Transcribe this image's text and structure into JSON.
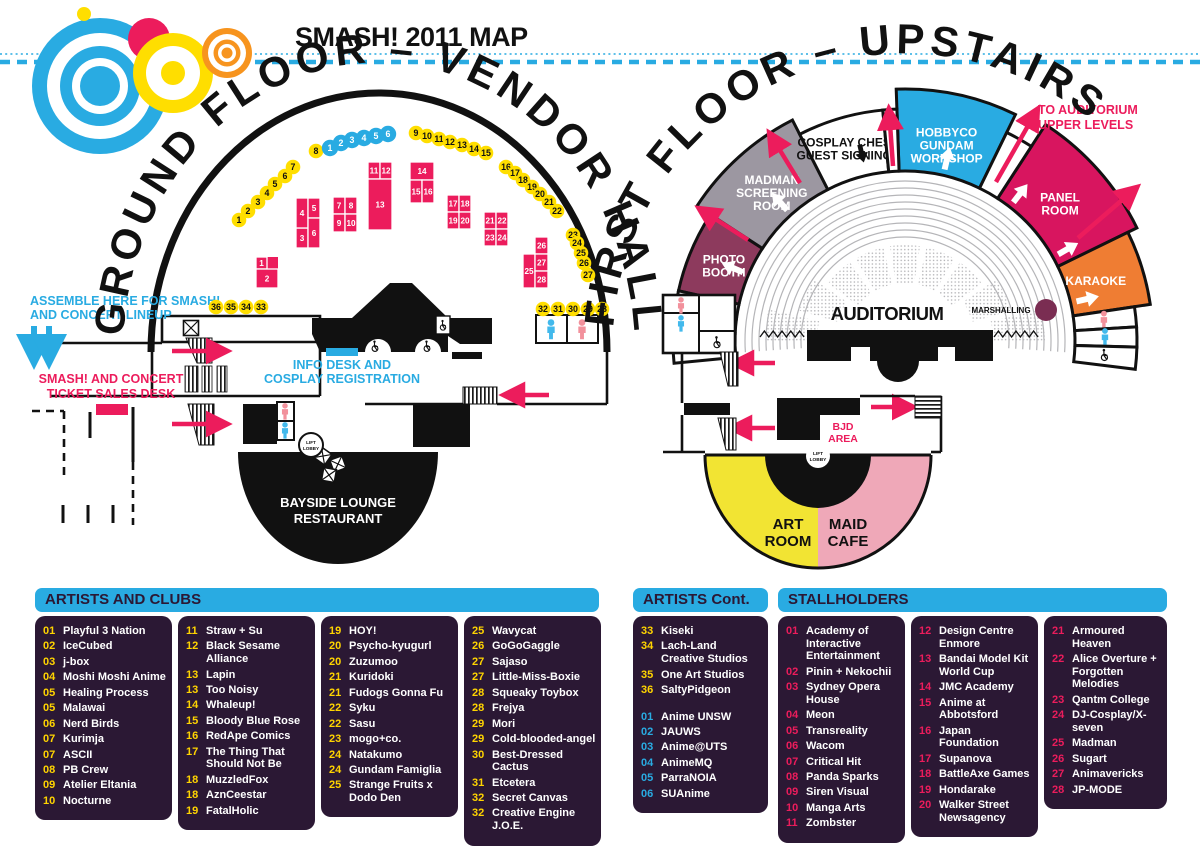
{
  "header": {
    "title": "SMASH! 2011 MAP"
  },
  "colors": {
    "cyan": "#29ABE2",
    "pink": "#EC1C5C",
    "yellow": "#FFDE00",
    "legend_yellow": "#FFD400",
    "purple_bg": "#2B1834",
    "orange": "#EF7D33",
    "crimson": "#D8155F",
    "plum": "#8D3A5D",
    "dark_plum": "#7A2D52",
    "gray": "#9C97A1",
    "maid_pink": "#EFA8B8",
    "art_yellow": "#F2E433",
    "logo_orange": "#F7941E",
    "black": "#111111",
    "toilet_pink": "#F2919C",
    "toilet_blue": "#42B9EC",
    "seat_gray": "#B5B5B8"
  },
  "ground_floor": {
    "title": "GROUND FLOOR – VENDOR HALL",
    "assemble_label": [
      "ASSEMBLE HERE FOR SMASH!",
      "AND CONCERT LINEUP"
    ],
    "ticket_desk_label": [
      "SMASH! AND CONCERT",
      "TICKET SALES DESK"
    ],
    "info_desk_label": [
      "INFO DESK AND",
      "COSPLAY REGISTRATION"
    ],
    "bayside_label": [
      "BAYSIDE LOUNGE",
      "RESTAURANT"
    ],
    "lift_lobby_label": [
      "LIFT",
      "LOBBY"
    ],
    "artist_arc_numbers": [
      "1",
      "2",
      "3",
      "4",
      "5",
      "6",
      "7",
      "8",
      "9",
      "10",
      "11",
      "12",
      "13",
      "14",
      "15",
      "16",
      "17",
      "18",
      "19",
      "20",
      "21",
      "22",
      "23",
      "24",
      "25",
      "26",
      "27"
    ],
    "club_arc_numbers": [
      "1",
      "2",
      "3",
      "4",
      "5",
      "6"
    ],
    "bottom_left_numbers": [
      "36",
      "35",
      "34",
      "33"
    ],
    "bottom_right_numbers": [
      "32",
      "31",
      "30",
      "29",
      "28"
    ],
    "booth_numbers": [
      "1",
      "2",
      "3",
      "4",
      "5",
      "6",
      "7",
      "8",
      "9",
      "10",
      "11",
      "12",
      "13",
      "14",
      "15",
      "16",
      "17",
      "18",
      "19",
      "20",
      "21",
      "22",
      "23",
      "24",
      "25",
      "26",
      "27",
      "28"
    ]
  },
  "first_floor": {
    "title": "FIRST FLOOR – UPSTAIRS",
    "rooms": [
      {
        "label": [
          "PHOTO",
          "BOOTH"
        ],
        "color": "#8D3A5D"
      },
      {
        "label": [
          "MADMAN",
          "SCREENING",
          "ROOM"
        ],
        "color": "#9C97A1"
      },
      {
        "label": [
          "COSPLAY CHESS",
          "GUEST SIGNINGS"
        ],
        "color": "#FFFFFF"
      },
      {
        "label": [
          "HOBBYCO",
          "GUNDAM",
          "WORKSHOP"
        ],
        "color": "#29ABE2"
      },
      {
        "label": [
          "PANEL",
          "ROOM"
        ],
        "color": "#D8155F"
      },
      {
        "label": [
          "KARAOKE"
        ],
        "color": "#EF7D33"
      }
    ],
    "upper_levels_label": [
      "TO AUDITORIUM",
      "UPPER LEVELS"
    ],
    "auditorium_label": "AUDITORIUM",
    "marshalling_label": "MARSHALLING",
    "bjd_label": [
      "BJD",
      "AREA"
    ],
    "art_room_label": [
      "ART",
      "ROOM"
    ],
    "maid_cafe_label": [
      "MAID",
      "CAFE"
    ],
    "lift_lobby_label": [
      "LIFT",
      "LOBBY"
    ]
  },
  "legend": {
    "artists_clubs": {
      "title": "ARTISTS AND CLUBS",
      "columns": [
        [
          {
            "n": "01",
            "name": "Playful 3 Nation",
            "kind": "artist"
          },
          {
            "n": "02",
            "name": "IceCubed",
            "kind": "artist"
          },
          {
            "n": "03",
            "name": "j-box",
            "kind": "artist"
          },
          {
            "n": "04",
            "name": "Moshi Moshi Anime",
            "kind": "artist"
          },
          {
            "n": "05",
            "name": "Healing Process",
            "kind": "artist"
          },
          {
            "n": "05",
            "name": "Malawai",
            "kind": "artist"
          },
          {
            "n": "06",
            "name": "Nerd Birds",
            "kind": "artist"
          },
          {
            "n": "07",
            "name": "Kurimja",
            "kind": "artist"
          },
          {
            "n": "07",
            "name": "ASCII",
            "kind": "artist"
          },
          {
            "n": "08",
            "name": "PB Crew",
            "kind": "artist"
          },
          {
            "n": "09",
            "name": "Atelier Eltania",
            "kind": "artist"
          },
          {
            "n": "10",
            "name": "Nocturne",
            "kind": "artist"
          }
        ],
        [
          {
            "n": "11",
            "name": "Straw + Su",
            "kind": "artist"
          },
          {
            "n": "12",
            "name": "Black Sesame Alliance",
            "kind": "artist"
          },
          {
            "n": "13",
            "name": "Lapin",
            "kind": "artist"
          },
          {
            "n": "13",
            "name": "Too Noisy",
            "kind": "artist"
          },
          {
            "n": "14",
            "name": "Whaleup!",
            "kind": "artist"
          },
          {
            "n": "15",
            "name": "Bloody Blue Rose",
            "kind": "artist"
          },
          {
            "n": "16",
            "name": "RedApe Comics",
            "kind": "artist"
          },
          {
            "n": "17",
            "name": "The Thing That Should Not Be",
            "kind": "artist"
          },
          {
            "n": "18",
            "name": "MuzzledFox",
            "kind": "artist"
          },
          {
            "n": "18",
            "name": "AznCeestar",
            "kind": "artist"
          },
          {
            "n": "19",
            "name": "FatalHolic",
            "kind": "artist"
          }
        ],
        [
          {
            "n": "19",
            "name": "HOY!",
            "kind": "artist"
          },
          {
            "n": "20",
            "name": "Psycho-kyugurl",
            "kind": "artist"
          },
          {
            "n": "20",
            "name": "Zuzumoo",
            "kind": "artist"
          },
          {
            "n": "21",
            "name": "Kuridoki",
            "kind": "artist"
          },
          {
            "n": "21",
            "name": "Fudogs Gonna Fu",
            "kind": "artist"
          },
          {
            "n": "22",
            "name": "Syku",
            "kind": "artist"
          },
          {
            "n": "22",
            "name": "Sasu",
            "kind": "artist"
          },
          {
            "n": "23",
            "name": "mogo+co.",
            "kind": "artist"
          },
          {
            "n": "24",
            "name": "Natakumo",
            "kind": "artist"
          },
          {
            "n": "24",
            "name": "Gundam Famiglia",
            "kind": "artist"
          },
          {
            "n": "25",
            "name": "Strange Fruits x Dodo Den",
            "kind": "artist"
          }
        ],
        [
          {
            "n": "25",
            "name": "Wavycat",
            "kind": "artist"
          },
          {
            "n": "26",
            "name": "GoGoGaggle",
            "kind": "artist"
          },
          {
            "n": "27",
            "name": "Sajaso",
            "kind": "artist"
          },
          {
            "n": "27",
            "name": "Little-Miss-Boxie",
            "kind": "artist"
          },
          {
            "n": "28",
            "name": "Squeaky Toybox",
            "kind": "artist"
          },
          {
            "n": "28",
            "name": "Frejya",
            "kind": "artist"
          },
          {
            "n": "29",
            "name": "Mori",
            "kind": "artist"
          },
          {
            "n": "29",
            "name": "Cold-blooded-angel",
            "kind": "artist"
          },
          {
            "n": "30",
            "name": "Best-Dressed Cactus",
            "kind": "artist"
          },
          {
            "n": "31",
            "name": "Etcetera",
            "kind": "artist"
          },
          {
            "n": "32",
            "name": "Secret Canvas",
            "kind": "artist"
          },
          {
            "n": "32",
            "name": "Creative Engine J.O.E.",
            "kind": "artist"
          }
        ]
      ]
    },
    "artists_cont": {
      "title": "ARTISTS Cont.",
      "columns": [
        [
          {
            "n": "33",
            "name": "Kiseki",
            "kind": "artist"
          },
          {
            "n": "34",
            "name": "Lach-Land Creative Studios",
            "kind": "artist"
          },
          {
            "n": "35",
            "name": "One Art Studios",
            "kind": "artist"
          },
          {
            "n": "36",
            "name": "SaltyPidgeon",
            "kind": "artist"
          },
          {
            "n": "01",
            "name": "Anime UNSW",
            "kind": "club",
            "gap": true
          },
          {
            "n": "02",
            "name": "JAUWS",
            "kind": "club"
          },
          {
            "n": "03",
            "name": "Anime@UTS",
            "kind": "club"
          },
          {
            "n": "04",
            "name": "AnimeMQ",
            "kind": "club"
          },
          {
            "n": "05",
            "name": "ParraNOIA",
            "kind": "club"
          },
          {
            "n": "06",
            "name": "SUAnime",
            "kind": "club"
          }
        ]
      ]
    },
    "stallholders": {
      "title": "STALLHOLDERS",
      "columns": [
        [
          {
            "n": "01",
            "name": "Academy of Interactive Entertainment",
            "kind": "stall"
          },
          {
            "n": "02",
            "name": "Pinin + Nekochii",
            "kind": "stall"
          },
          {
            "n": "03",
            "name": "Sydney Opera House",
            "kind": "stall"
          },
          {
            "n": "04",
            "name": "Meon",
            "kind": "stall"
          },
          {
            "n": "05",
            "name": "Transreality",
            "kind": "stall"
          },
          {
            "n": "06",
            "name": "Wacom",
            "kind": "stall"
          },
          {
            "n": "07",
            "name": "Critical Hit",
            "kind": "stall"
          },
          {
            "n": "08",
            "name": "Panda Sparks",
            "kind": "stall"
          },
          {
            "n": "09",
            "name": "Siren Visual",
            "kind": "stall"
          },
          {
            "n": "10",
            "name": "Manga Arts",
            "kind": "stall"
          },
          {
            "n": "11",
            "name": "Zombster",
            "kind": "stall"
          }
        ],
        [
          {
            "n": "12",
            "name": "Design Centre Enmore",
            "kind": "stall"
          },
          {
            "n": "13",
            "name": "Bandai Model Kit World Cup",
            "kind": "stall"
          },
          {
            "n": "14",
            "name": "JMC Academy",
            "kind": "stall"
          },
          {
            "n": "15",
            "name": "Anime at Abbotsford",
            "kind": "stall"
          },
          {
            "n": "16",
            "name": "Japan Foundation",
            "kind": "stall"
          },
          {
            "n": "17",
            "name": "Supanova",
            "kind": "stall"
          },
          {
            "n": "18",
            "name": "BattleAxe Games",
            "kind": "stall"
          },
          {
            "n": "19",
            "name": "Hondarake",
            "kind": "stall"
          },
          {
            "n": "20",
            "name": "Walker Street Newsagency",
            "kind": "stall"
          }
        ],
        [
          {
            "n": "21",
            "name": "Armoured Heaven",
            "kind": "stall"
          },
          {
            "n": "22",
            "name": "Alice Overture + Forgotten Melodies",
            "kind": "stall"
          },
          {
            "n": "23",
            "name": "Qantm College",
            "kind": "stall"
          },
          {
            "n": "24",
            "name": "DJ-Cosplay/X-seven",
            "kind": "stall"
          },
          {
            "n": "25",
            "name": "Madman",
            "kind": "stall"
          },
          {
            "n": "26",
            "name": "Sugart",
            "kind": "stall"
          },
          {
            "n": "27",
            "name": "Animavericks",
            "kind": "stall"
          },
          {
            "n": "28",
            "name": "JP-MODE",
            "kind": "stall"
          }
        ]
      ]
    }
  }
}
